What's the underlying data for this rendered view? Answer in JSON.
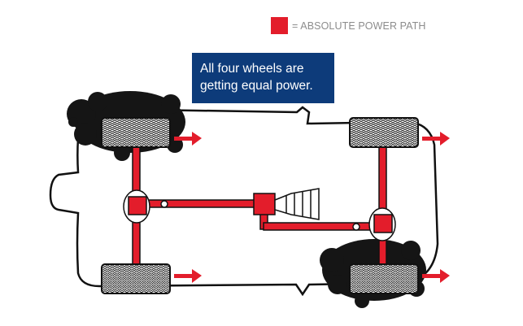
{
  "legend": {
    "label": "= ABSOLUTE POWER PATH",
    "swatch_color": "#e31d2b"
  },
  "callout": {
    "line1": "All four wheels are",
    "line2": "getting equal power.",
    "background_color": "#0d3b7a"
  },
  "colors": {
    "power_path": "#e31d2b",
    "outline": "#111111",
    "mud": "#151515"
  },
  "wheels": [
    {
      "name": "front-left",
      "has_mud": true
    },
    {
      "name": "rear-left",
      "has_mud": false
    },
    {
      "name": "front-right",
      "has_mud": false
    },
    {
      "name": "rear-right",
      "has_mud": true
    }
  ]
}
